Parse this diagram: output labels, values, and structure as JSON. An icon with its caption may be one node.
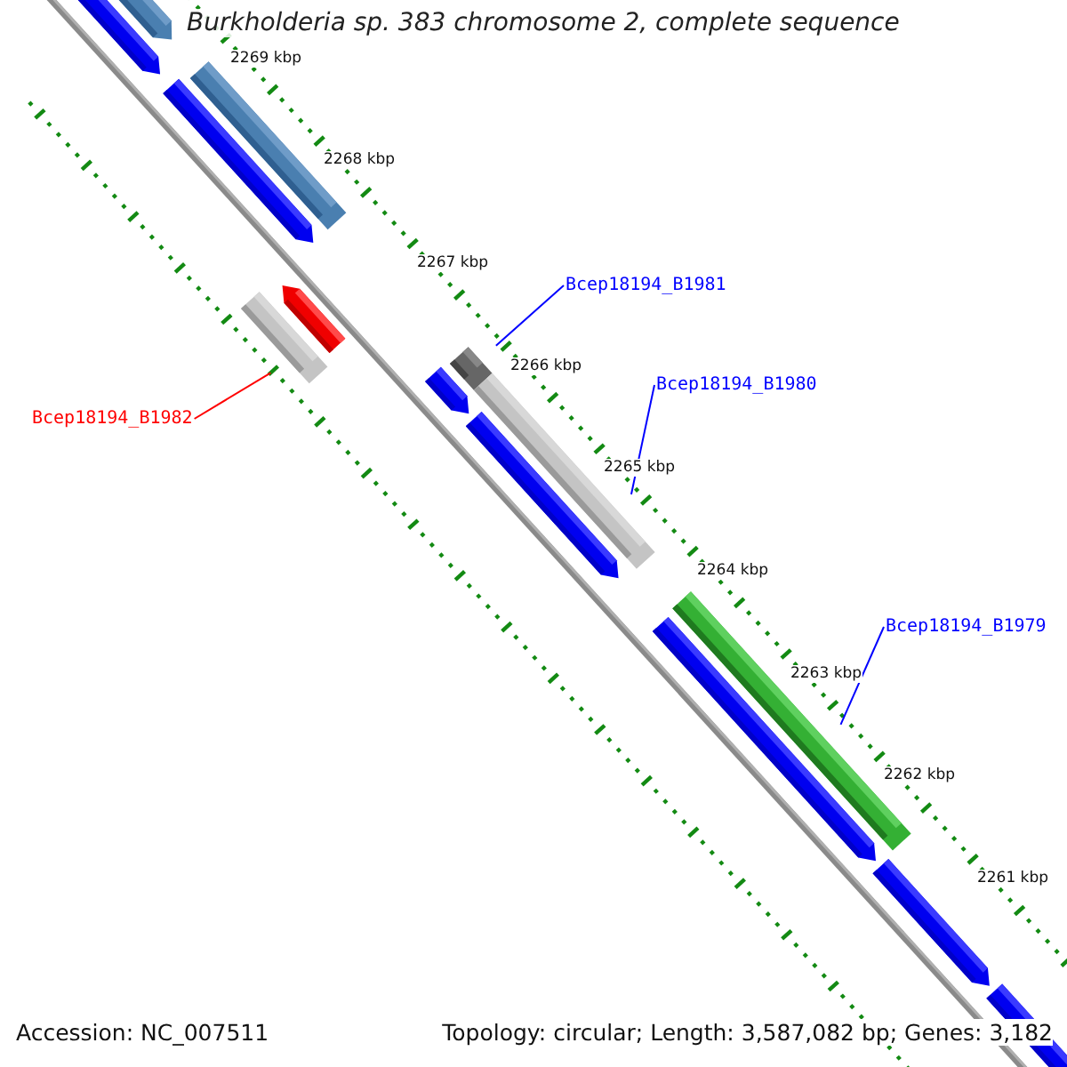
{
  "diagram": {
    "title": "Burkholderia sp. 383 chromosome 2, complete sequence",
    "nodes": [
      {
        "text": [
          "Bcep18194_B1981"
        ]
      },
      {
        "text": [],
        "shape": "bar"
      },
      {
        "text": [
          "Bcep18194_B1980"
        ]
      },
      {
        "text": [],
        "shape": "bar"
      },
      {
        "text": [
          "Bcep18194_B1982"
        ]
      },
      {
        "text": [],
        "shape": "bar"
      },
      {
        "text": [
          "Bcep18194_B1979"
        ]
      },
      {
        "text": [],
        "shape": "bar"
      }
    ],
    "edges": [
      {
        "from": 0,
        "to": 1,
        "arrow": "none"
      },
      {
        "from": 2,
        "to": 3,
        "arrow": "none"
      },
      {
        "from": 4,
        "to": 5,
        "arrow": "none",
        "color": "#ff0000"
      },
      {
        "from": 6,
        "to": 7,
        "arrow": "none"
      }
    ],
    "labels": [
      "2269 kbp",
      "2268 kbp",
      "2267 kbp",
      "2266 kbp",
      "2265 kbp",
      "2264 kbp",
      "2263 kbp",
      "2262 kbp",
      "2261 kbp",
      "Accession: NC_007511",
      "Topology: circular; Length: 3,587,082 bp; Genes: 3,182"
    ]
  }
}
